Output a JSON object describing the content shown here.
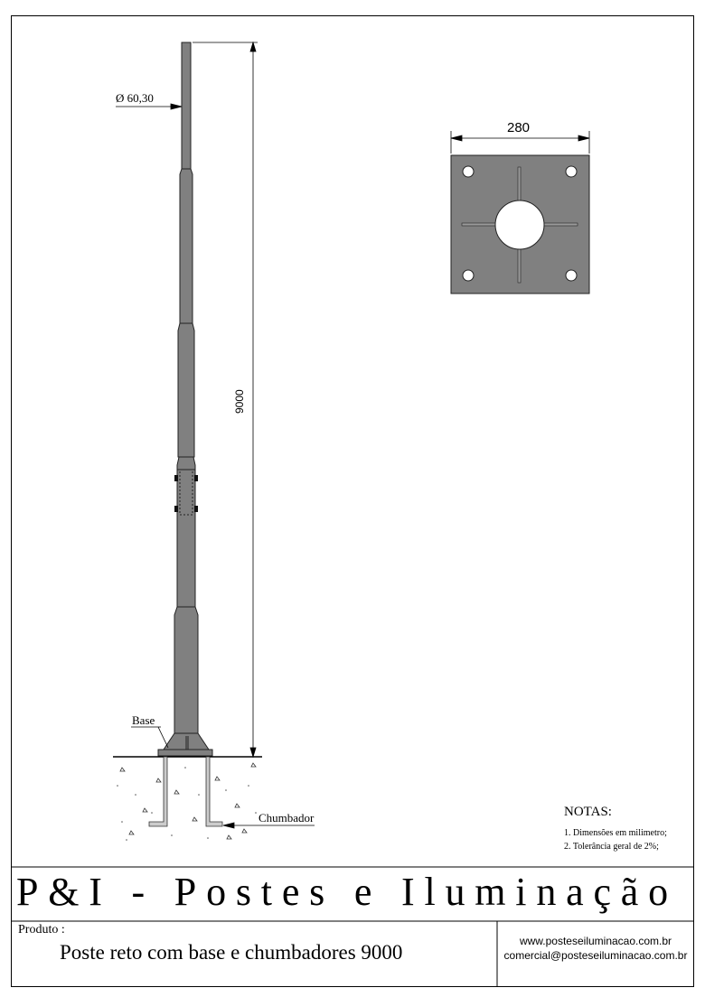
{
  "drawing": {
    "pole_diameter_label": "Ø 60,30",
    "height_label": "9000",
    "base_plate_width_label": "280",
    "base_label": "Base",
    "anchor_label": "Chumbador"
  },
  "notes": {
    "heading": "NOTAS:",
    "items": [
      "1. Dimensões em milimetro;",
      "2. Tolerância geral de 2%;"
    ]
  },
  "title_block": {
    "company": "P&I - Postes e Iluminação",
    "product_label": "Produto :",
    "product_name": "Poste reto com base e chumbadores 9000",
    "website": "www.posteseiluminacao.com.br",
    "email": "comercial@posteseiluminacao.com.br"
  },
  "colors": {
    "steel": "#808080",
    "line": "#000000"
  }
}
